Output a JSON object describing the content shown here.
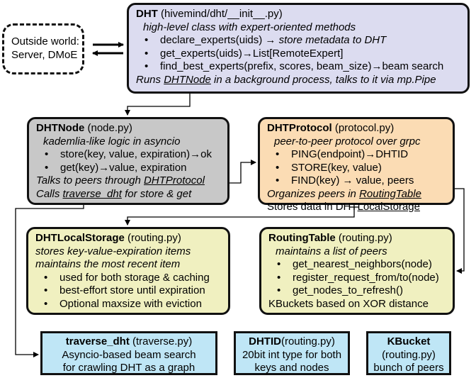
{
  "outside": {
    "line1": "Outside world:",
    "line2": "Server, DMoE"
  },
  "dht": {
    "title": "DHT",
    "path": "(hivemind/dht/__init__.py)",
    "desc": "high-level class with expert-oriented methods",
    "items": [
      {
        "pre": "declare_experts(uids) → ",
        "post": "store metadata to DHT",
        "post_italic": true
      },
      {
        "pre": "get_experts(uids)→List[RemoteExpert]",
        "post": "",
        "post_italic": false
      },
      {
        "pre": "find_best_experts(prefix, scores, beam_size)→beam search",
        "post": "",
        "post_italic": false
      }
    ],
    "footer_pre": "Runs ",
    "footer_link": "DHTNode",
    "footer_post": " in a background process, talks to it via mp.Pipe"
  },
  "dhtnode": {
    "title": "DHTNode",
    "path": "(node.py)",
    "desc": "kademlia-like logic in asyncio",
    "items": [
      "store(key, value, expiration)→ok",
      "get(key)→value, expiration"
    ],
    "line1_pre": "Talks to peers through ",
    "line1_link": "DHTProtocol",
    "line2_pre": "Calls ",
    "line2_link": "traverse_dht",
    "line2_post": " for store & get"
  },
  "protocol": {
    "title": "DHTProtocol",
    "path": "(protocol.py)",
    "desc": "peer-to-peer protocol over grpc",
    "items": [
      "PING(endpoint)→DHTID",
      "STORE(key, value)",
      "FIND(key) → value, peers"
    ],
    "line1_pre": "Organizes peers in ",
    "line1_link": "RoutingTable",
    "line2_pre": "Stores data in DHT",
    "line2_link": "LocalStorage"
  },
  "storage": {
    "title": "DHTLocalStorage",
    "path": "(routing.py)",
    "desc1": "stores key-value-expiration items",
    "desc2": "maintains the most recent item",
    "items": [
      "used for both storage & caching",
      "best-effort store until expiration",
      "Optional maxsize with eviction"
    ]
  },
  "routing": {
    "title": "RoutingTable",
    "path": "(routing.py)",
    "desc": "maintains a list of peers",
    "items": [
      "get_nearest_neighbors(node)",
      "register_request_from/to(node)",
      "get_nodes_to_refresh()"
    ],
    "footer": "KBuckets based on XOR distance"
  },
  "traverse": {
    "title": "traverse_dht",
    "path": "(traverse.py)",
    "line1": "Asyncio-based beam search",
    "line2": "for crawling DHT as a graph"
  },
  "dhtid": {
    "title": "DHTID",
    "path": "(routing.py)",
    "line1": "20bit int type for both",
    "line2": "keys and nodes"
  },
  "kbucket": {
    "title": "KBucket",
    "line1": "(routing.py)",
    "line2": "bunch of peers"
  },
  "bullet": "•"
}
